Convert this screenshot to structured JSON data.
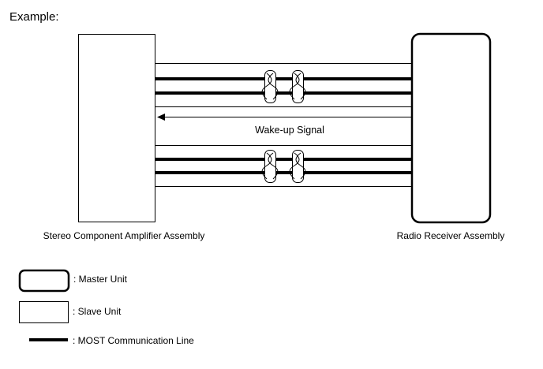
{
  "heading": "Example:",
  "signal_label": "Wake-up Signal",
  "units": {
    "slave_name": "Stereo Component Amplifier Assembly",
    "master_name": "Radio Receiver Assembly"
  },
  "legend": {
    "master": ": Master Unit",
    "slave": ": Slave Unit",
    "most": ": MOST Communication Line"
  },
  "colors": {
    "stroke": "#000000",
    "background": "#ffffff"
  }
}
